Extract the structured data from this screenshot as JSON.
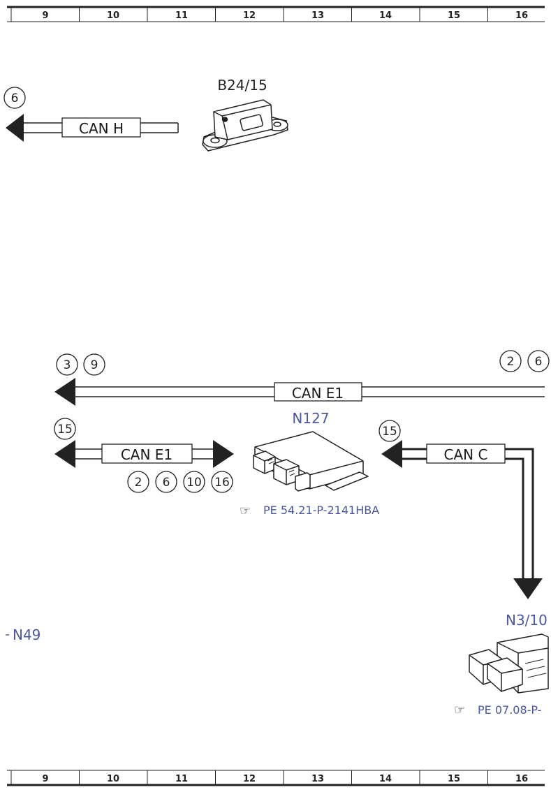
{
  "ruler": {
    "columns": [
      "9",
      "10",
      "11",
      "12",
      "13",
      "14",
      "15",
      "16"
    ]
  },
  "buses": {
    "can_h": "CAN H",
    "can_e1_top": "CAN E1",
    "can_e1_mid": "CAN E1",
    "can_c": "CAN C"
  },
  "components": {
    "b24_15": "B24/15",
    "n127": "N127",
    "n3_10": "N3/10",
    "n49": "N49"
  },
  "refs": {
    "n127_ref": "PE 54.21-P-2141HBA",
    "n3_10_ref": "PE 07.08-P-"
  },
  "circles": {
    "can_h_left": "6",
    "e1_top_left": [
      "3",
      "9"
    ],
    "e1_top_right": [
      "2",
      "6"
    ],
    "e1_mid_left": "15",
    "e1_mid_right": [
      "2",
      "6",
      "10",
      "16"
    ],
    "can_c_left": "15"
  },
  "colors": {
    "line": "#222222",
    "blue_label": "#4a56a0"
  }
}
